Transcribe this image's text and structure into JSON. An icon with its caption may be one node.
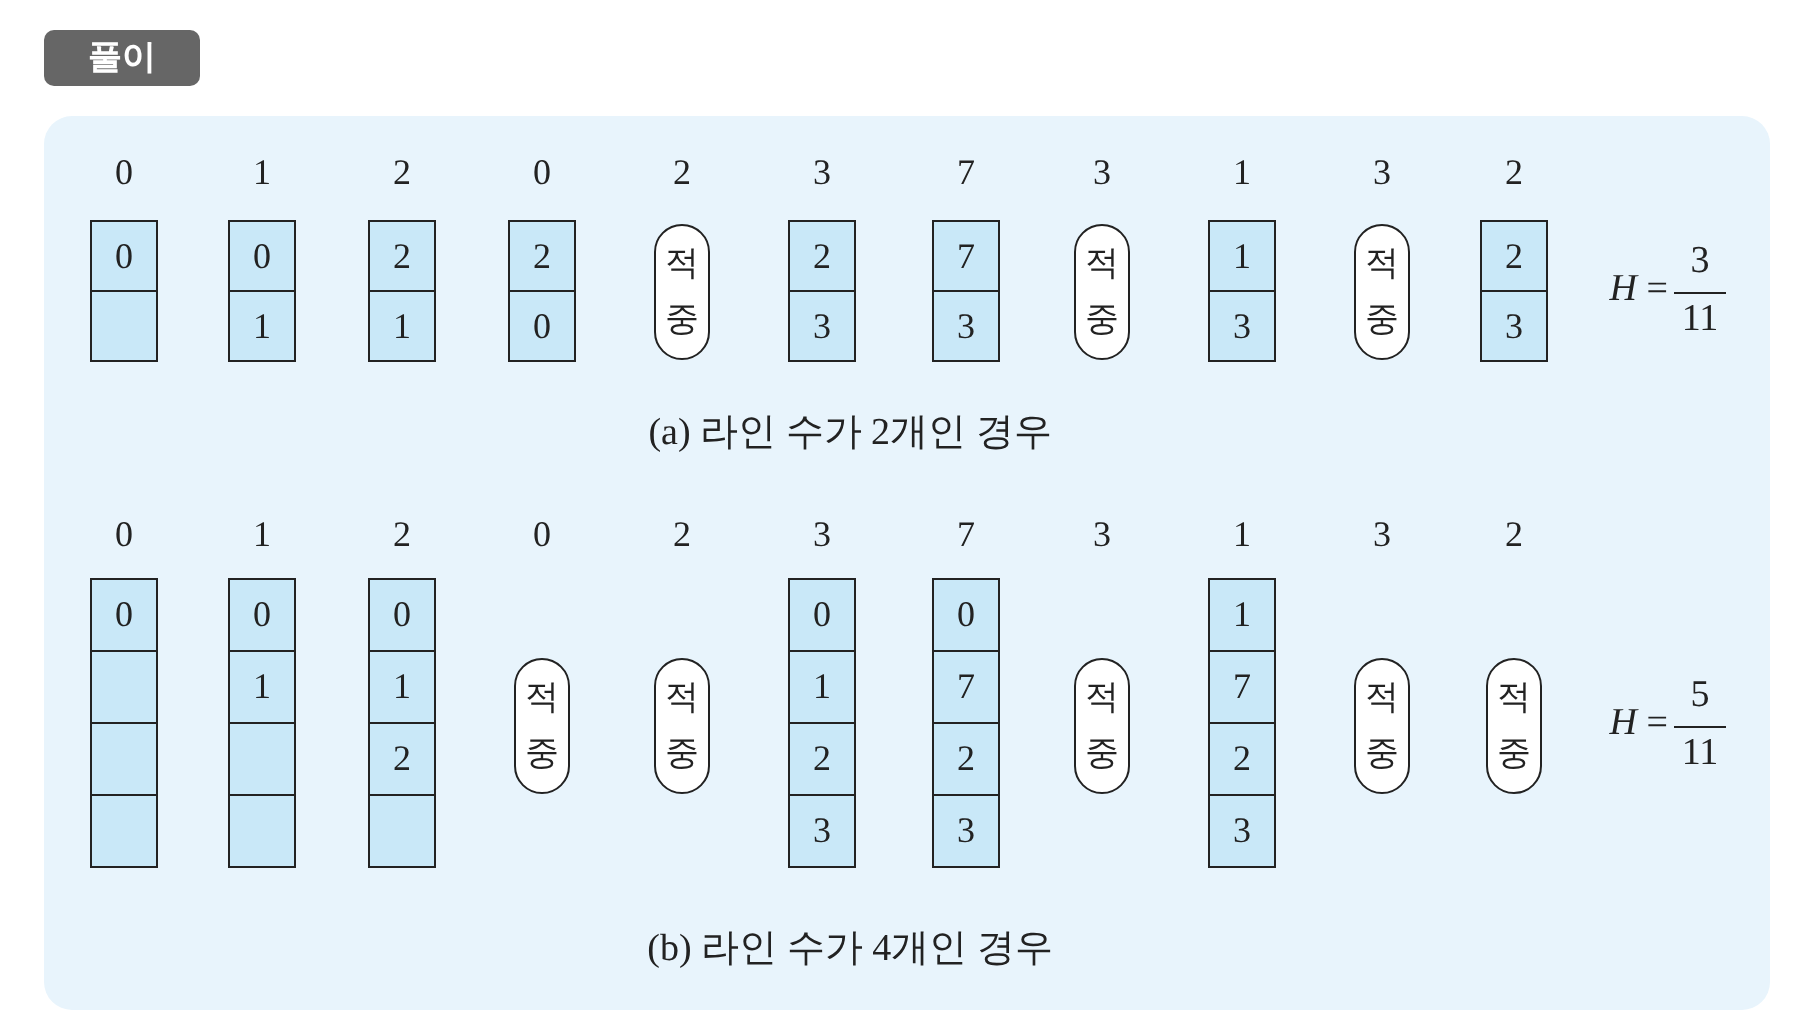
{
  "diagram": {
    "title": "풀이",
    "nodes": [
      {
        "text": [
          "0"
        ]
      },
      {
        "text": [],
        "shape": "box"
      },
      {
        "text": [
          "0"
        ]
      },
      {
        "text": [
          "1"
        ]
      },
      {
        "text": [
          "2"
        ]
      },
      {
        "text": [
          "1"
        ]
      },
      {
        "text": [
          "2"
        ]
      },
      {
        "text": [
          "0"
        ]
      },
      {
        "text": [
          "적중"
        ]
      },
      {
        "text": [
          "2"
        ]
      },
      {
        "text": [
          "3"
        ]
      },
      {
        "text": [
          "7"
        ]
      },
      {
        "text": [
          "3"
        ]
      },
      {
        "text": [
          "적중"
        ]
      },
      {
        "text": [
          "1"
        ]
      },
      {
        "text": [
          "3"
        ]
      },
      {
        "text": [
          "적중"
        ]
      },
      {
        "text": [
          "2"
        ]
      },
      {
        "text": [
          "3"
        ]
      },
      {
        "text": [
          "0"
        ]
      },
      {
        "text": [],
        "shape": "box"
      },
      {
        "text": [],
        "shape": "box"
      },
      {
        "text": [],
        "shape": "box"
      },
      {
        "text": [
          "0"
        ]
      },
      {
        "text": [
          "1"
        ]
      },
      {
        "text": [],
        "shape": "box"
      },
      {
        "text": [],
        "shape": "box"
      },
      {
        "text": [
          "0"
        ]
      },
      {
        "text": [
          "1"
        ]
      },
      {
        "text": [
          "2"
        ]
      },
      {
        "text": [],
        "shape": "box"
      },
      {
        "text": [
          "적중"
        ]
      },
      {
        "text": [
          "적중"
        ]
      },
      {
        "text": [
          "0"
        ]
      },
      {
        "text": [
          "1"
        ]
      },
      {
        "text": [
          "2"
        ]
      },
      {
        "text": [
          "3"
        ]
      },
      {
        "text": [
          "0"
        ]
      },
      {
        "text": [
          "7"
        ]
      },
      {
        "text": [
          "2"
        ]
      },
      {
        "text": [
          "3"
        ]
      },
      {
        "text": [
          "적중"
        ]
      },
      {
        "text": [
          "1"
        ]
      },
      {
        "text": [
          "7"
        ]
      },
      {
        "text": [
          "2"
        ]
      },
      {
        "text": [
          "3"
        ]
      },
      {
        "text": [
          "적중"
        ]
      },
      {
        "text": [
          "적중"
        ]
      }
    ],
    "labels": [
      "0",
      "1",
      "2",
      "0",
      "2",
      "3",
      "7",
      "3",
      "1",
      "3",
      "2",
      "*H* =",
      "3",
      "11",
      "(a) 라인 수가 2개인 경우",
      "0",
      "1",
      "2",
      "0",
      "2",
      "3",
      "7",
      "3",
      "1",
      "3",
      "2",
      "*H* =",
      "5",
      "11",
      "(b) 라인 수가 4개인 경우"
    ]
  }
}
